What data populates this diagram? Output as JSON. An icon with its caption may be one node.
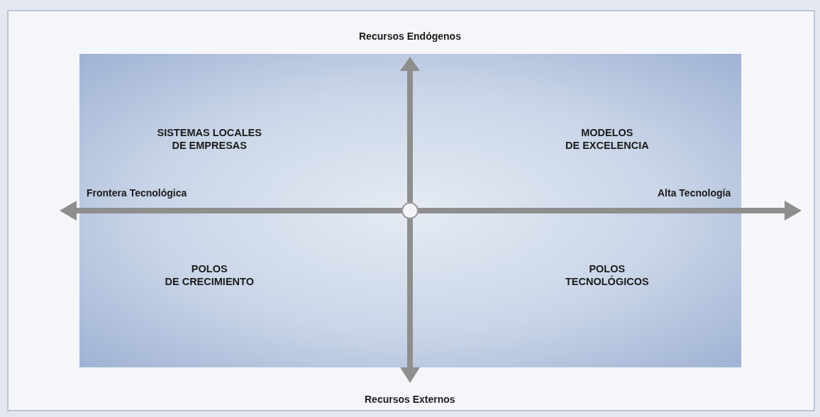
{
  "diagram": {
    "labels": [
      "Recursos Endógenos",
      "SISTEMAS LOCALES DE EMPRESAS",
      "MODELOS DE EXCELENCIA",
      "Frontera Tecnológica",
      "Alta Tecnología",
      "POLOS DE CRECIMIENTO",
      "POLOS TECNOLÓGICOS",
      "Recursos Externos"
    ]
  }
}
